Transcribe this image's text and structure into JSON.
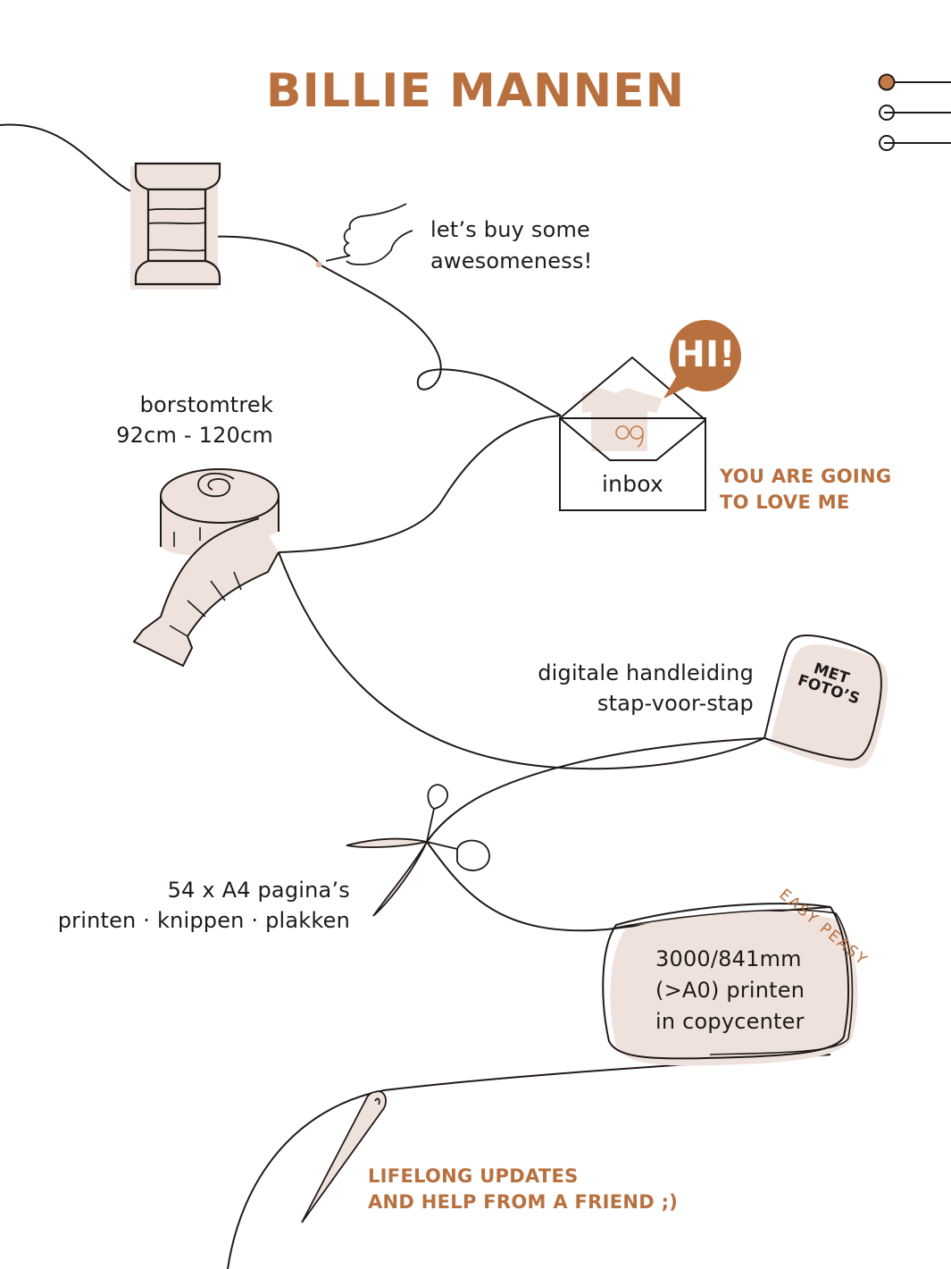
{
  "header": {
    "title": "BILLIE MANNEN"
  },
  "colors": {
    "accent": "#b8703f",
    "fill_pink": "#efe2dc",
    "ink": "#1f1a17"
  },
  "nav_indicator": {
    "items": [
      {
        "state": "active"
      },
      {
        "state": "inactive"
      },
      {
        "state": "inactive"
      }
    ]
  },
  "steps": {
    "buy": {
      "icon": "pointing-hand-icon",
      "line1": "let’s buy some",
      "line2": "awesomeness!"
    },
    "inbox": {
      "icon": "envelope-icon",
      "label": "inbox",
      "bubble": "HI!",
      "note_line1": "YOU ARE GOING",
      "note_line2": "TO LOVE ME"
    },
    "size": {
      "icon": "measuring-tape-icon",
      "line1": "borstomtrek",
      "line2": "92cm - 120cm"
    },
    "manual": {
      "line1": "digitale handleiding",
      "line2": "stap-voor-stap",
      "tag_line1": "MET",
      "tag_line2": "FOTO’S"
    },
    "print_a4": {
      "icon": "scissors-icon",
      "line1": "54 x A4 pagina’s",
      "line2": "printen · knippen · plakken"
    },
    "print_a0": {
      "badge": "EASY PEASY",
      "line1": "3000/841mm",
      "line2": "(>A0) printen",
      "line3": "in copycenter"
    },
    "support": {
      "icon": "needle-icon",
      "line1": "LIFELONG UPDATES",
      "line2": "AND HELP FROM A FRIEND ;)"
    }
  }
}
